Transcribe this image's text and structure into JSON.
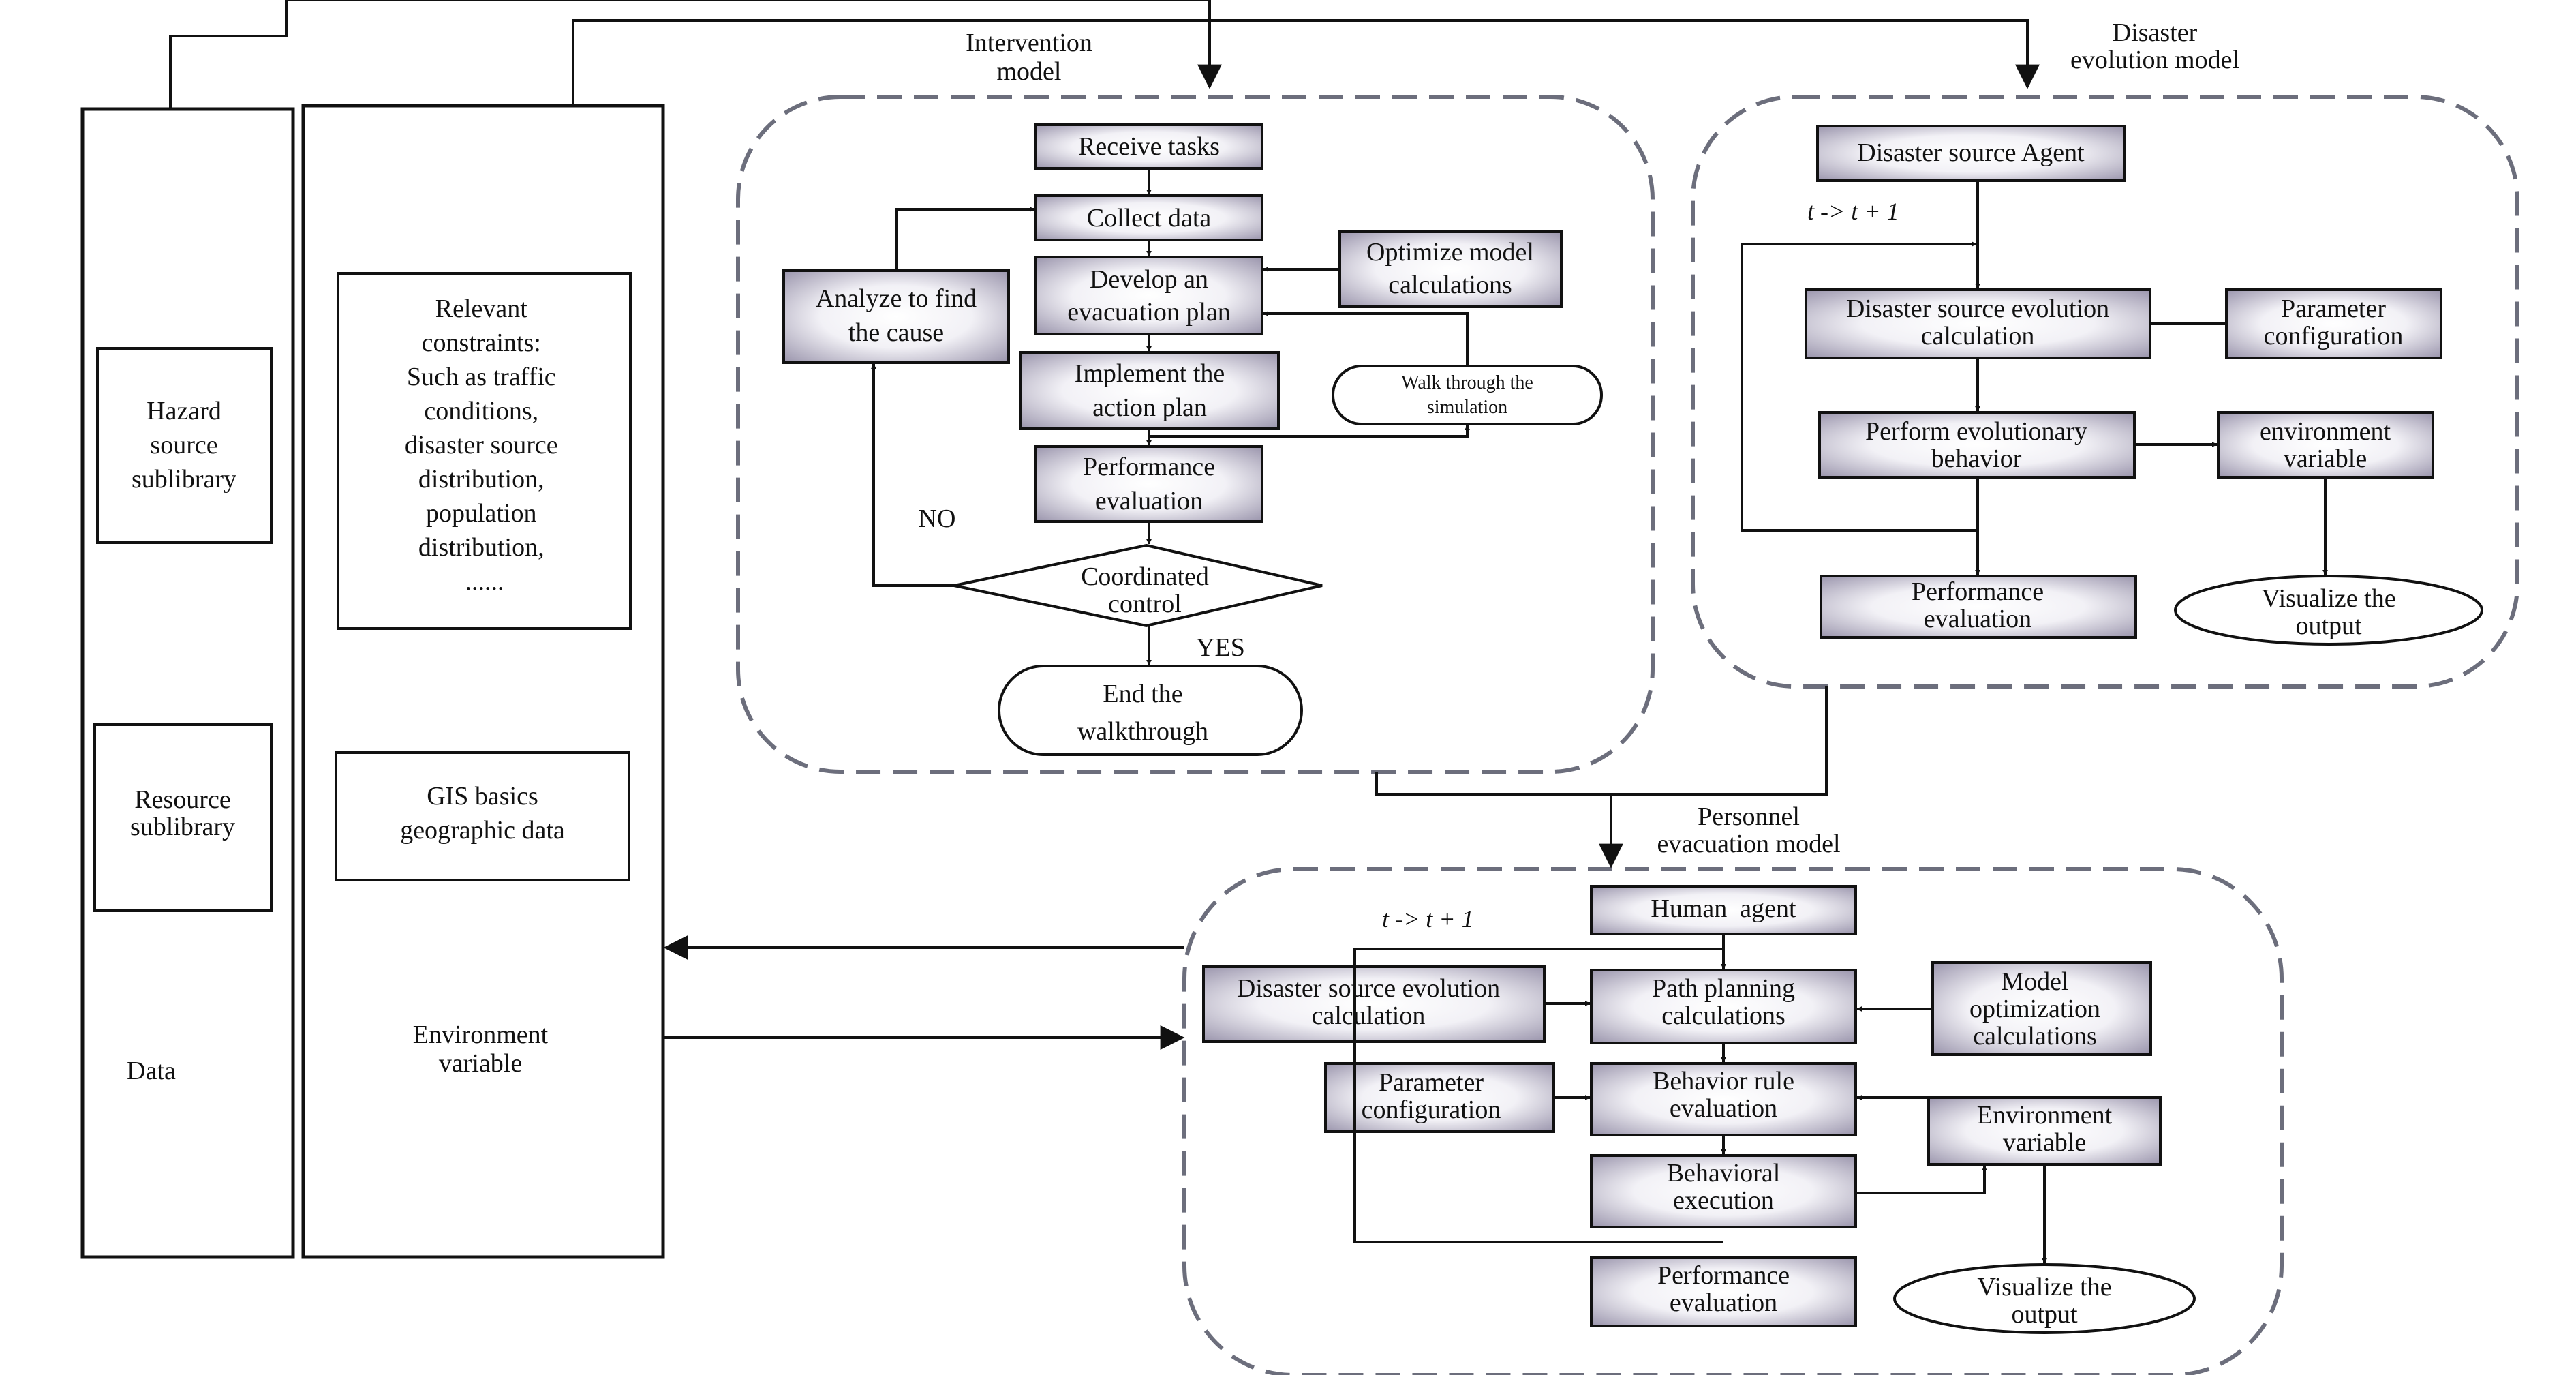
{
  "colors": {
    "box_fill_center": "#ffffff",
    "box_fill_edge": "#8f89a3",
    "line": "#111111",
    "dashed_border": "#6c6e7c"
  },
  "data_column": {
    "hazard_source": "Hazard source sublibrary",
    "resource": "Resource sublibrary",
    "label": "Data"
  },
  "environment_column": {
    "constraints": "Relevant constraints: Such as traffic conditions, disaster source distribution, population distribution, ......",
    "gis": "GIS basics geographic data",
    "label": "Environment variable"
  },
  "intervention_model": {
    "title": "Intervention model",
    "receive_tasks": "Receive tasks",
    "collect_data": "Collect data",
    "develop_plan": "Develop an evacuation plan",
    "optimize": "Optimize model calculations",
    "analyze": "Analyze to find the cause",
    "implement": "Implement the action plan",
    "walk_through": "Walk through the simulation",
    "performance": "Performance evaluation",
    "coordinated": "Coordinated control",
    "no_label": "NO",
    "yes_label": "YES",
    "end": "End the walkthrough"
  },
  "disaster_model": {
    "title": "Disaster evolution model",
    "agent": "Disaster source Agent",
    "time_step": "t -> t + 1",
    "evolution_calc": "Disaster source evolution calculation",
    "parameter": "Parameter configuration",
    "perform": "Perform evolutionary behavior",
    "env_variable": "environment variable",
    "performance": "Performance evaluation",
    "visualize": "Visualize the output"
  },
  "personnel_model": {
    "title": "Personnel evacuation model",
    "time_step": "t -> t + 1",
    "human_agent": "Human  agent",
    "disaster_calc": "Disaster source evolution calculation",
    "path_planning": "Path planning calculations",
    "model_opt": "Model optimization calculations",
    "parameter": "Parameter configuration",
    "behavior_rule": "Behavior rule evaluation",
    "env_variable": "Environment variable",
    "behavioral": "Behavioral execution",
    "performance": "Performance evaluation",
    "visualize": "Visualize the output"
  }
}
